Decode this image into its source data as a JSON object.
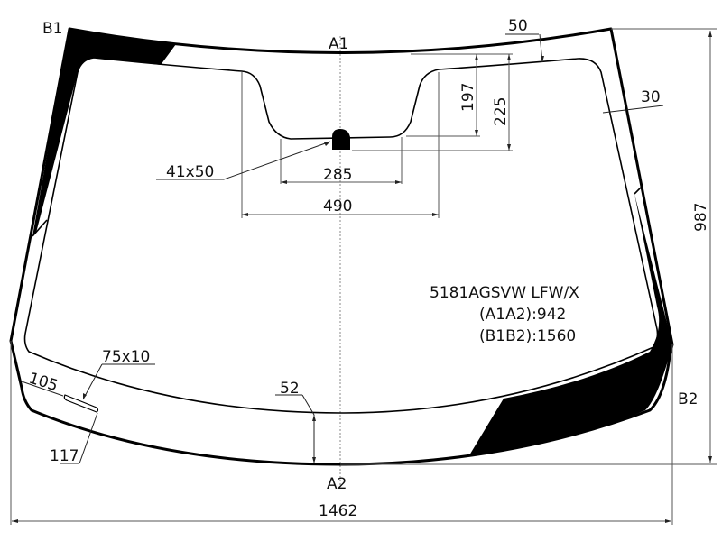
{
  "drawing": {
    "type": "windshield-dimension-drawing",
    "part_code": "5181AGSVW LFW/X",
    "diagonal_a1a2": "(A1A2):942",
    "diagonal_b1b2": "(B1B2):1560",
    "points": {
      "a1": "A1",
      "a2": "A2",
      "b1": "B1",
      "b2": "B2"
    },
    "dimensions": {
      "overall_width": "1462",
      "overall_height": "987",
      "top_band": "50",
      "side_band": "30",
      "bottom_band": "52",
      "sensor_area_height_inner": "197",
      "sensor_area_height_outer": "225",
      "sensor_area_width_inner": "285",
      "sensor_area_width_outer": "490",
      "sensor_mount_size": "41x50",
      "vin_window_size": "75x10",
      "vin_window_offset_side": "105",
      "vin_window_offset_bottom": "117"
    },
    "colors": {
      "line": "#000000",
      "dimension_line": "#555555",
      "frit": "#000000",
      "background": "#ffffff"
    }
  }
}
